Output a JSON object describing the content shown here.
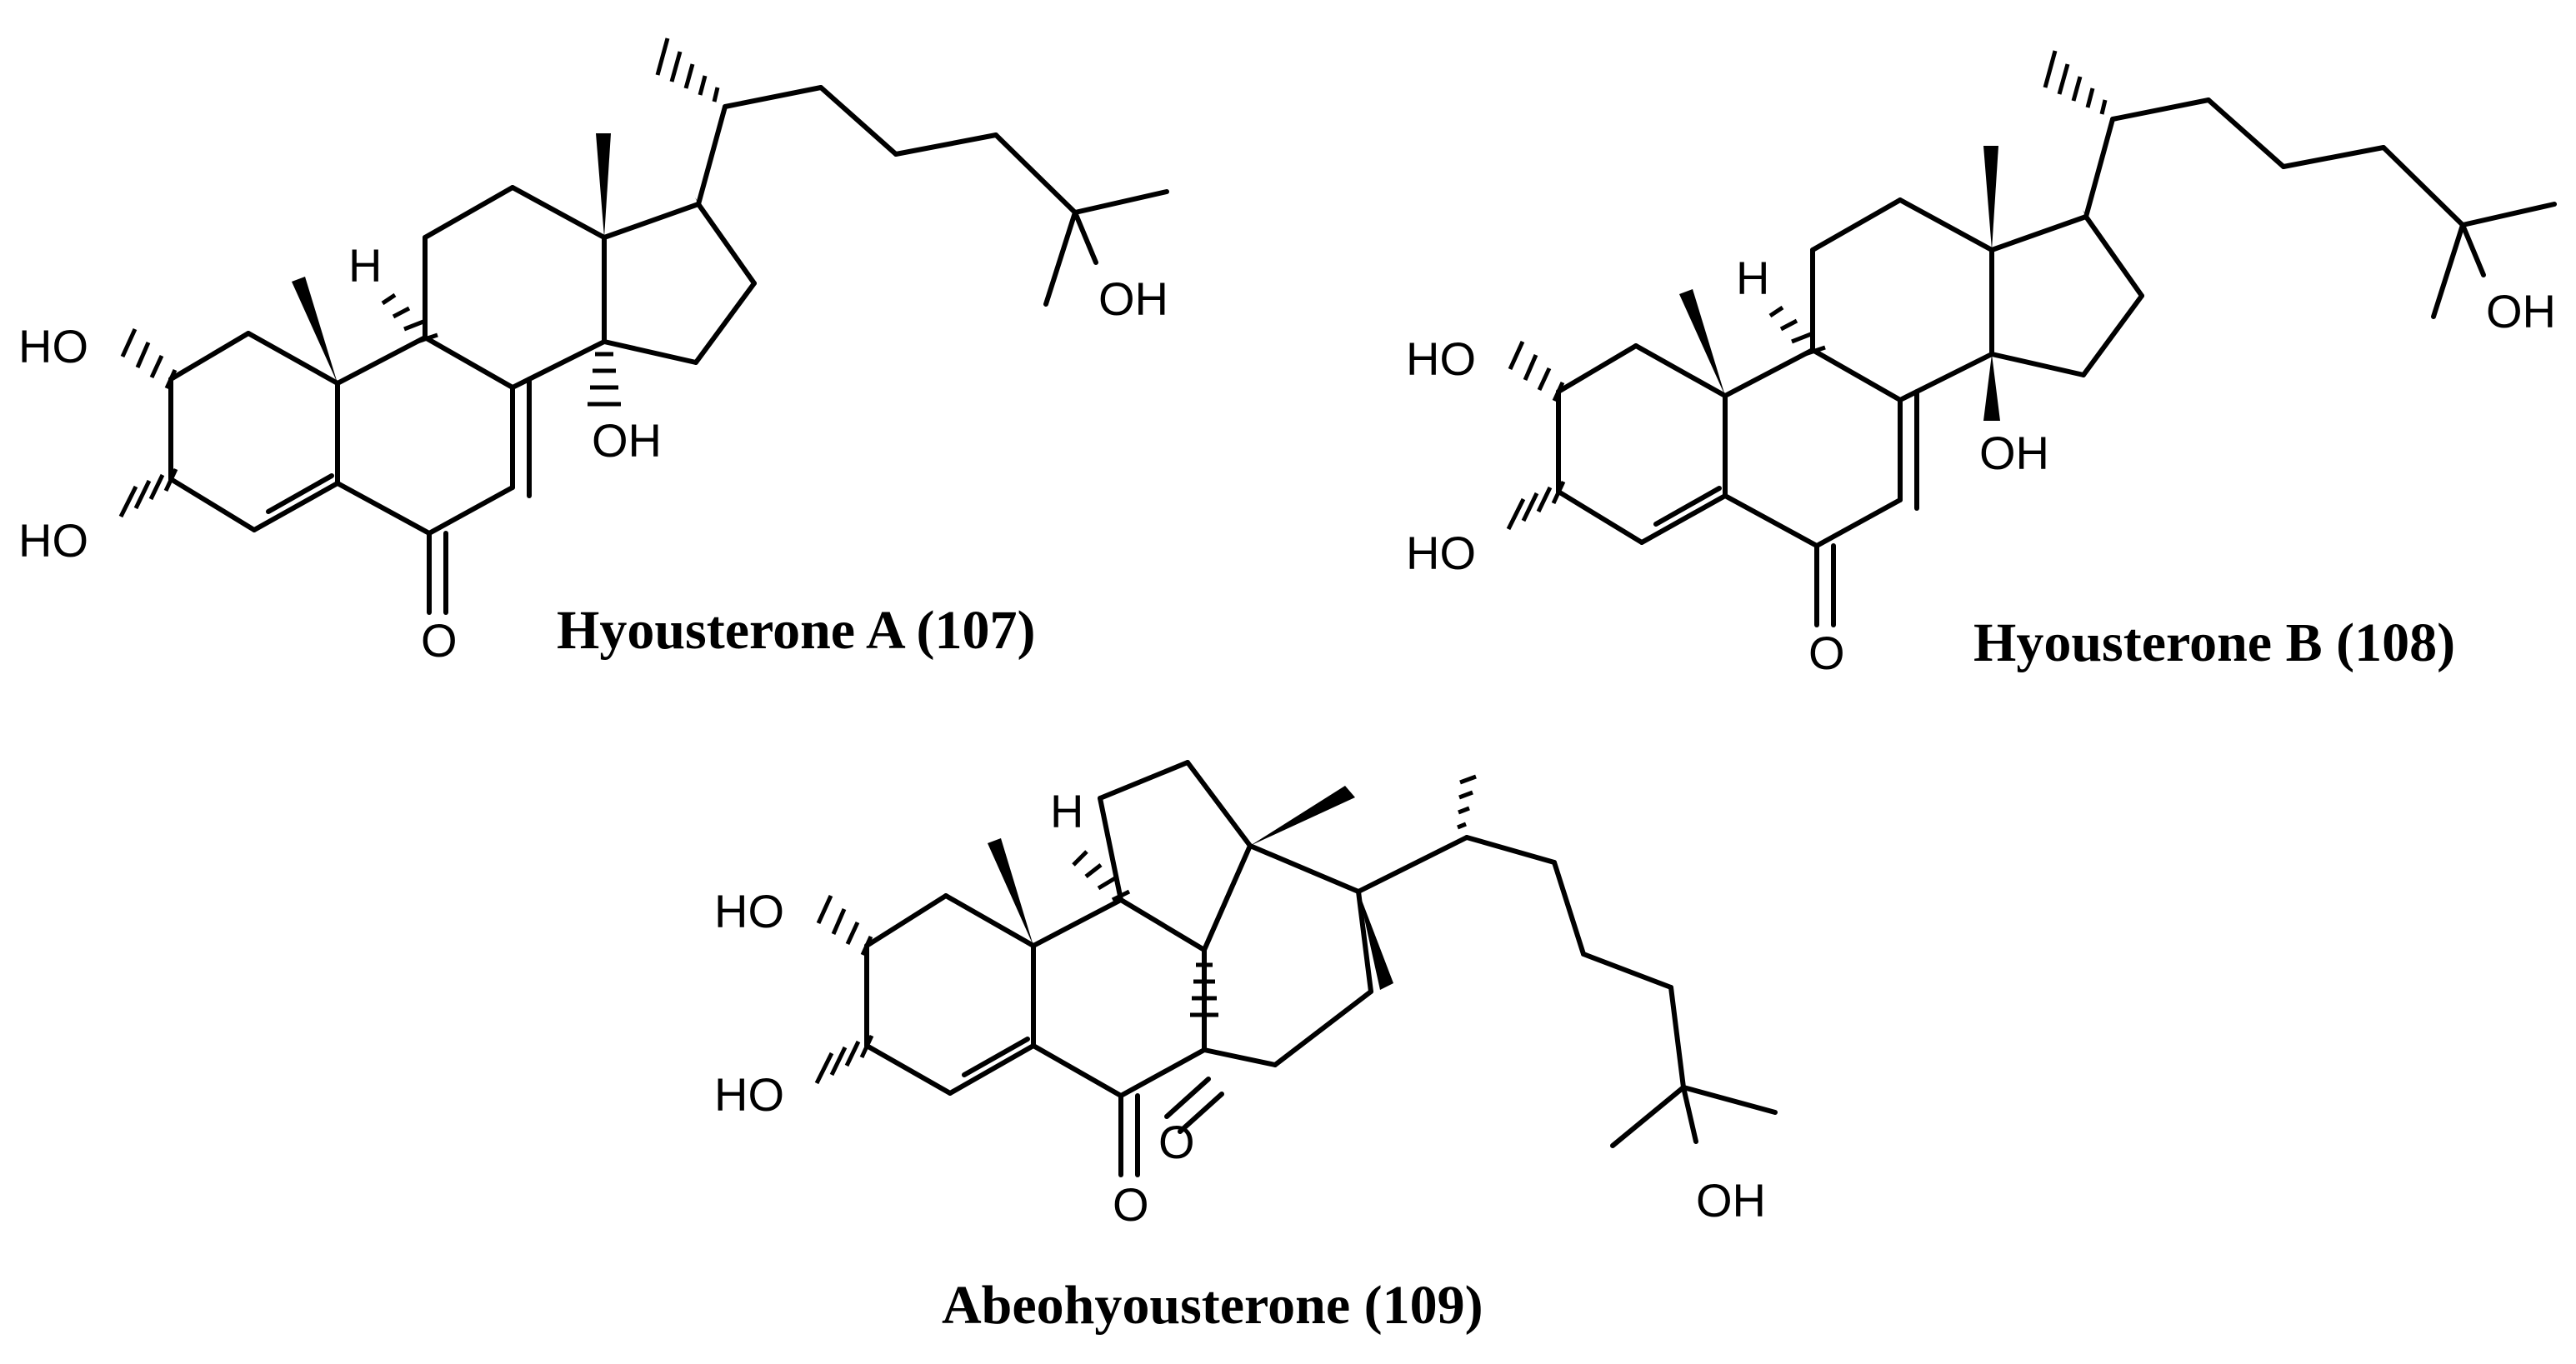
{
  "compounds": [
    {
      "caption": "Hyousterone A (107)",
      "atoms": {
        "ho2": "HO",
        "ho3": "HO",
        "h9": "H",
        "oh14": "OH",
        "oh25": "OH",
        "o6": "O"
      }
    },
    {
      "caption": "Hyousterone B (108)",
      "atoms": {
        "ho2": "HO",
        "ho3": "HO",
        "h9": "H",
        "oh14": "OH",
        "oh25": "OH",
        "o6": "O"
      }
    },
    {
      "caption": "Abeohyousterone (109)",
      "atoms": {
        "ho2": "HO",
        "ho3": "HO",
        "h9": "H",
        "oh25": "OH",
        "o6": "O",
        "o14": "O"
      }
    }
  ]
}
